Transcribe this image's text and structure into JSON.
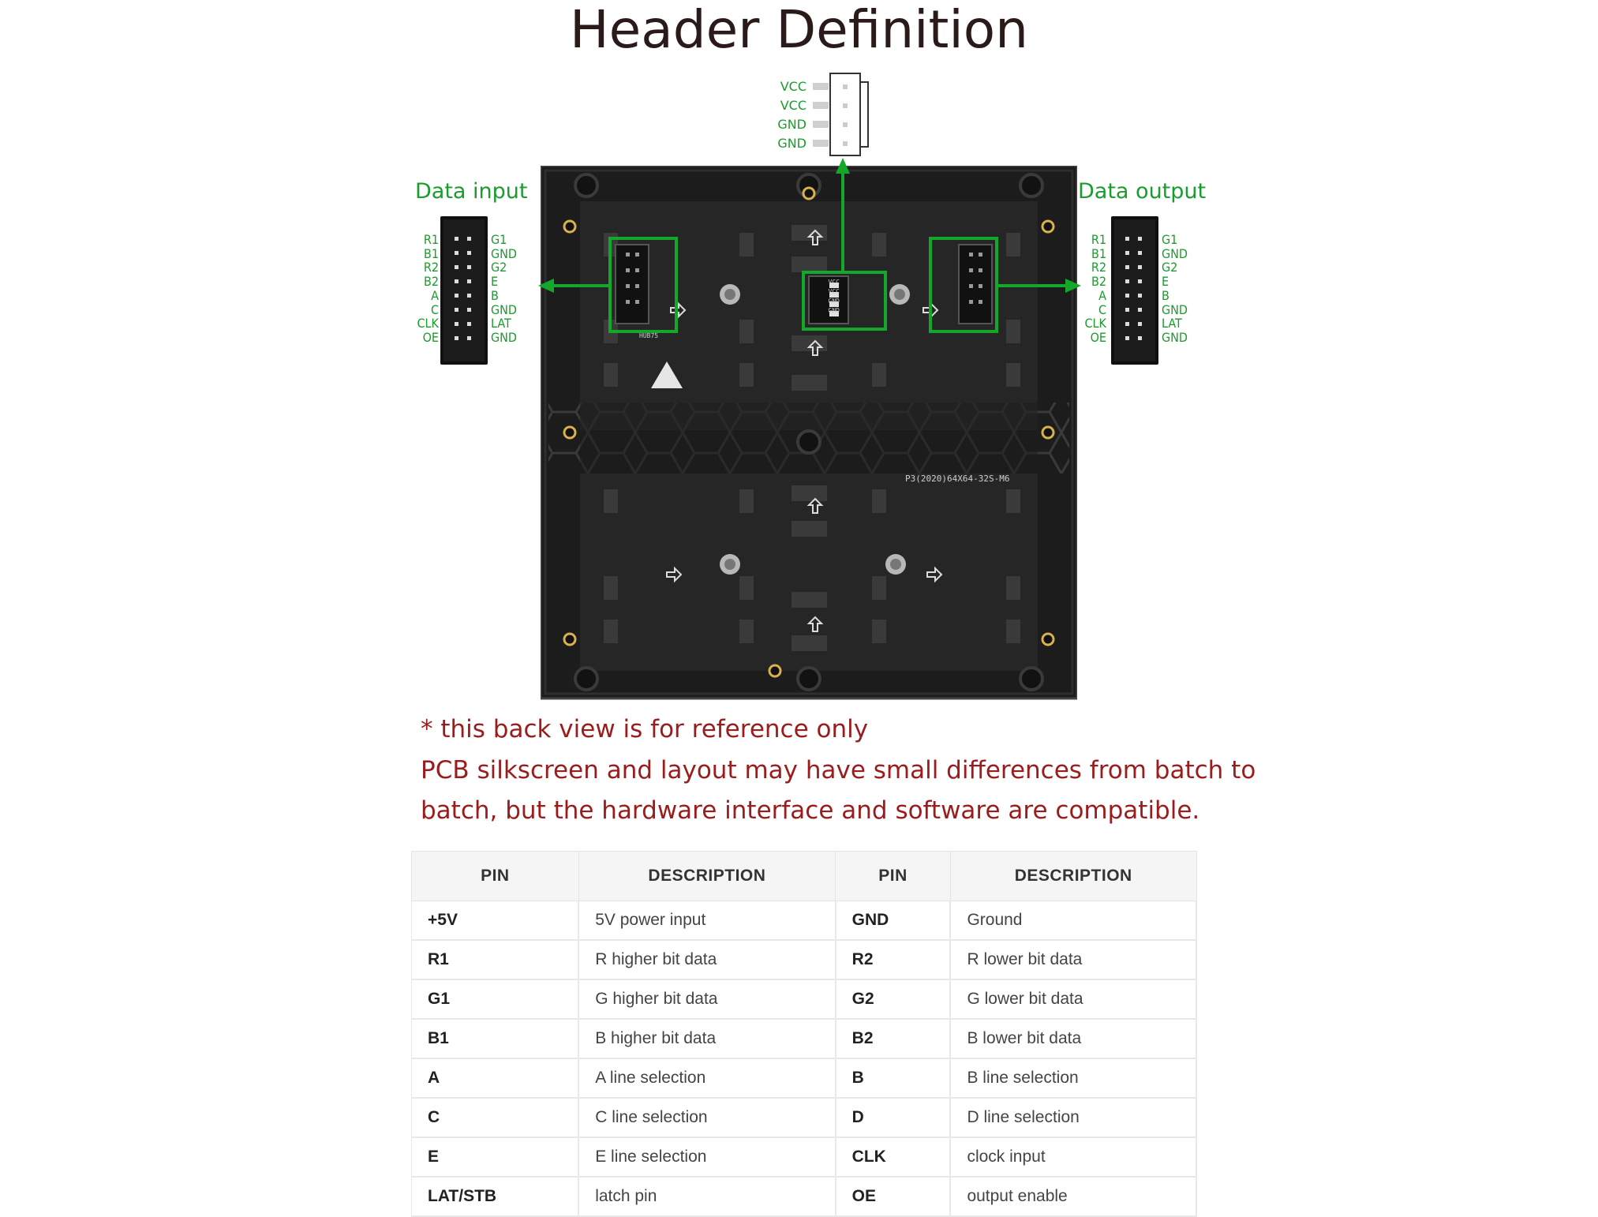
{
  "title": "Header Definition",
  "power_header": {
    "pins": [
      "VCC",
      "VCC",
      "GND",
      "GND"
    ]
  },
  "data_input": {
    "label": "Data input",
    "left_pins": [
      "R1",
      "B1",
      "R2",
      "B2",
      "A",
      "C",
      "CLK",
      "OE"
    ],
    "right_pins": [
      "G1",
      "GND",
      "G2",
      "E",
      "B",
      "GND",
      "LAT",
      "GND"
    ]
  },
  "data_output": {
    "label": "Data output",
    "left_pins": [
      "R1",
      "B1",
      "R2",
      "B2",
      "A",
      "C",
      "CLK",
      "OE"
    ],
    "right_pins": [
      "G1",
      "GND",
      "G2",
      "E",
      "B",
      "GND",
      "LAT",
      "GND"
    ]
  },
  "board": {
    "model_text": "P3(2020)64X64-32S-M6",
    "connector_text": "HUB75",
    "power_pins": [
      "VCC",
      "VCC",
      "GND",
      "GND"
    ],
    "colors": {
      "board": "#262626",
      "frame": "#1a1a1a",
      "highlight": "#14a82a"
    }
  },
  "notes": {
    "line1": "* this back view is for reference only",
    "line2": "PCB silkscreen and layout may have small differences from batch to",
    "line3": "batch, but the hardware interface and software are compatible."
  },
  "table": {
    "headers": [
      "PIN",
      "DESCRIPTION",
      "PIN",
      "DESCRIPTION"
    ],
    "rows": [
      [
        "+5V",
        "5V power input",
        "GND",
        "Ground"
      ],
      [
        "R1",
        "R higher bit data",
        "R2",
        "R lower bit data"
      ],
      [
        "G1",
        "G higher bit data",
        "G2",
        "G lower bit data"
      ],
      [
        "B1",
        "B higher bit data",
        "B2",
        "B lower bit data"
      ],
      [
        "A",
        "A line selection",
        "B",
        "B line selection"
      ],
      [
        "C",
        "C line selection",
        "D",
        "D line selection"
      ],
      [
        "E",
        "E line selection",
        "CLK",
        "clock input"
      ],
      [
        "LAT/STB",
        "latch pin",
        "OE",
        "output enable"
      ]
    ]
  }
}
